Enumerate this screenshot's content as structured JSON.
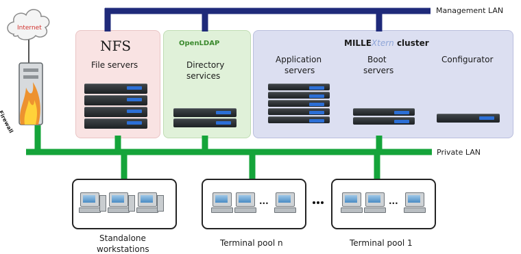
{
  "networks": {
    "management": "Management LAN",
    "private": "Private LAN"
  },
  "internet": {
    "label": "Internet"
  },
  "firewall": {
    "label": "Firewall"
  },
  "nfs": {
    "title": "NFS",
    "subtitle": "File servers"
  },
  "ldap": {
    "logo": "OpenLDAP",
    "line1": "Directory",
    "line2": "services"
  },
  "cluster": {
    "title_prefix": "MILLE",
    "title_mid": "Xtern",
    "title_suffix": " cluster",
    "app_line1": "Application",
    "app_line2": "servers",
    "boot_line1": "Boot",
    "boot_line2": "servers",
    "configurator": "Configurator"
  },
  "pools": {
    "standalone_line1": "Standalone",
    "standalone_line2": "workstations",
    "pool_n": "Terminal pool n",
    "pool_1": "Terminal pool 1",
    "ellipsis": "...",
    "between": "•••"
  },
  "colors": {
    "management_lan": "#1f2a7a",
    "private_lan": "#15a43a",
    "nfs_bg": "#f9e3e3",
    "ldap_bg": "#e0f1d9",
    "cluster_bg": "#dcdff1",
    "server_led": "#2c6fd6"
  }
}
